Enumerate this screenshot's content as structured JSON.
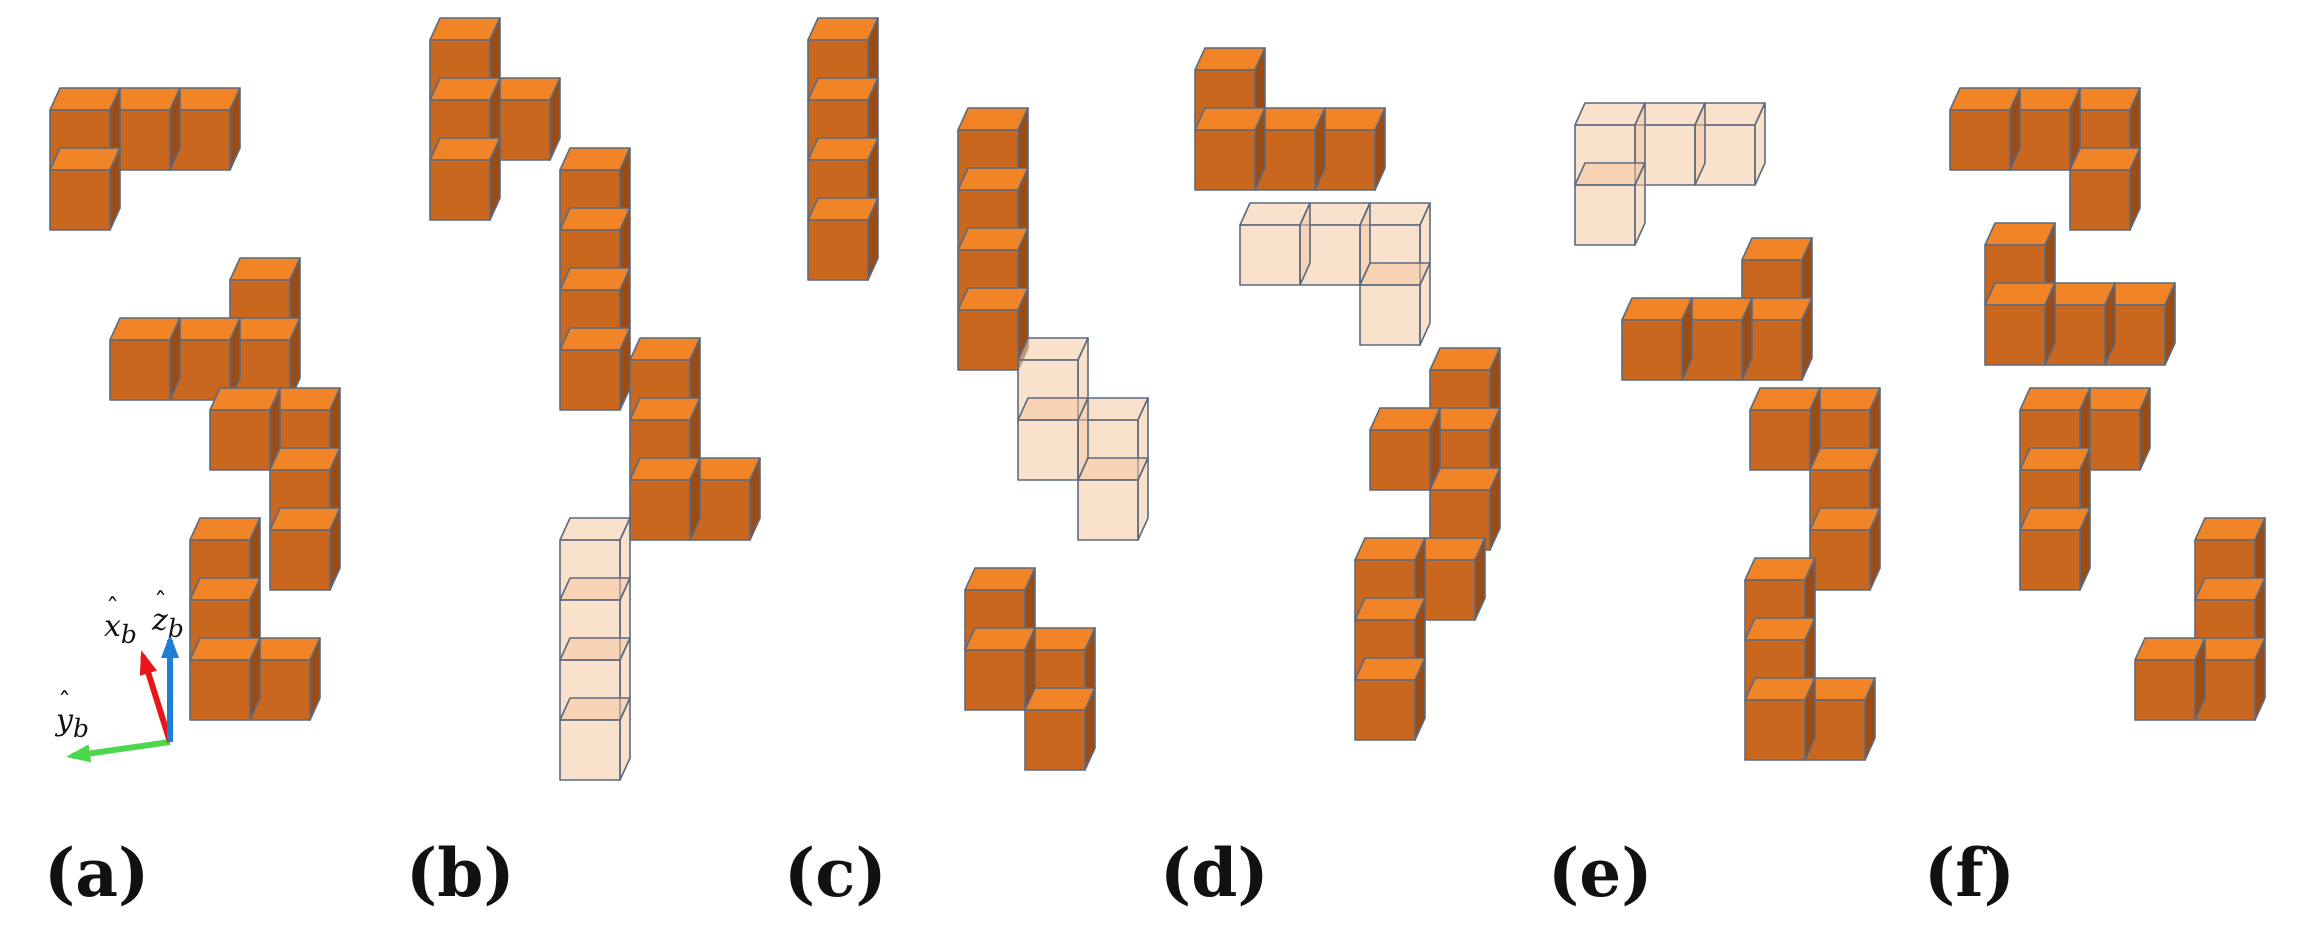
{
  "panels": [
    {
      "id": "a",
      "label": "(a)"
    },
    {
      "id": "b",
      "label": "(b)"
    },
    {
      "id": "c",
      "label": "(c)"
    },
    {
      "id": "d",
      "label": "(d)"
    },
    {
      "id": "e",
      "label": "(e)"
    },
    {
      "id": "f",
      "label": "(f)"
    }
  ],
  "axes": {
    "x_label": "x",
    "x_sub": "b",
    "y_label": "y",
    "y_sub": "b",
    "z_label": "z",
    "z_sub": "b",
    "x_color": "#e8161b",
    "y_color": "#4cd64a",
    "z_color": "#1f7fd4"
  },
  "colors": {
    "cube_top": "#f08427",
    "cube_front": "#c9671f",
    "cube_side": "#9b4c14",
    "edge": "#5a6a80",
    "ghost_fill": "#f6c9a2"
  }
}
